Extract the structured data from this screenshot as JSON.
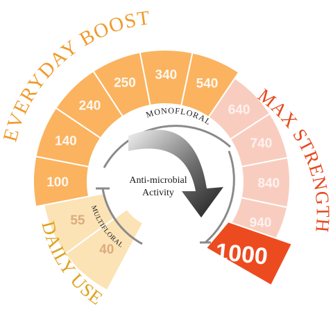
{
  "segments": [
    {
      "value": "40",
      "group": "daily"
    },
    {
      "value": "55",
      "group": "daily"
    },
    {
      "value": "100",
      "group": "everyday"
    },
    {
      "value": "140",
      "group": "everyday"
    },
    {
      "value": "240",
      "group": "everyday"
    },
    {
      "value": "250",
      "group": "everyday"
    },
    {
      "value": "340",
      "group": "everyday"
    },
    {
      "value": "540",
      "group": "everyday"
    },
    {
      "value": "640",
      "group": "max"
    },
    {
      "value": "740",
      "group": "max"
    },
    {
      "value": "840",
      "group": "max"
    },
    {
      "value": "940",
      "group": "max"
    }
  ],
  "highlight": {
    "value": "1000"
  },
  "labels": {
    "daily_use": "DAILY USE",
    "everyday_boost": "EVERYDAY BOOST",
    "max_strength": "MAX STRENGTH",
    "monofloral": "MONOFLORAL",
    "multifloral": "MULTIFLORAL",
    "center_line1": "Anti-microbial",
    "center_line2": "Activity"
  },
  "colors": {
    "daily": "#fbe3b6",
    "everyday": "#fbb35f",
    "max": "#f8cdbf",
    "highlight": "#ec4b1f",
    "daily_label": "#e0a21e",
    "everyday_label": "#ef9a2a",
    "max_label": "#e6481e",
    "number": "#ffffff",
    "number_muted": "#d9a679",
    "divider": "#ffffff",
    "arc": "#8a8a8a",
    "arrow": "#222222"
  }
}
